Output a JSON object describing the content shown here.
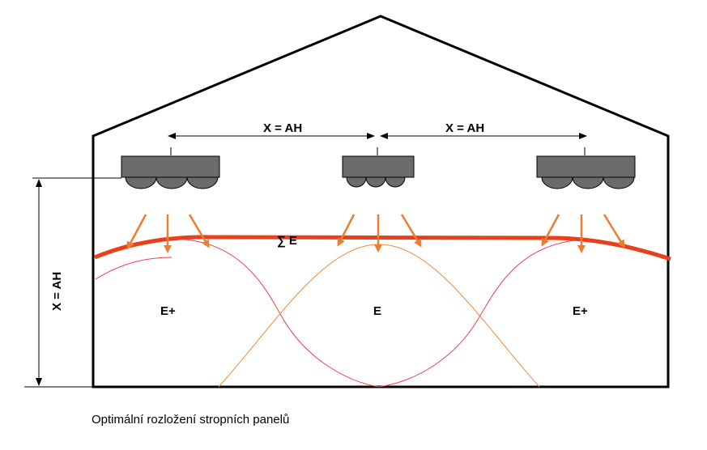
{
  "diagram": {
    "spacing_label_left": "X = AH",
    "spacing_label_right": "X = AH",
    "height_label": "X = AH",
    "sum_label": "∑ E",
    "zone_left": "E+",
    "zone_center": "E",
    "zone_right": "E+"
  },
  "caption": "Optimální rozložení stropních panelů",
  "colors": {
    "outline": "#000000",
    "panel_fill": "#6b6b6b",
    "arrow": "#ed7d31",
    "sum_curve": "#e8401c",
    "thin_red": "#e8454a",
    "thin_orange": "#f08a3c"
  },
  "icons": [
    "ceiling-radiant-panel-icon",
    "heat-ray-arrow-icon"
  ]
}
